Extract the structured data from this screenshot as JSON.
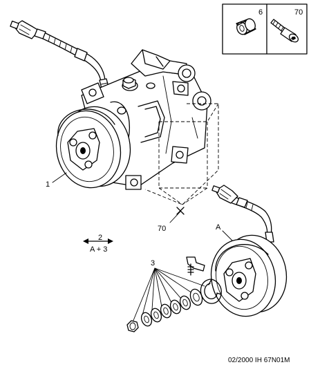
{
  "legend": {
    "items": [
      {
        "number": "6",
        "icon": "bushing-sleeve-icon"
      },
      {
        "number": "70",
        "icon": "cap-screw-icon"
      }
    ]
  },
  "callouts": {
    "compressor": "1",
    "see_also_ref": "2",
    "see_also_sub": "A + 3",
    "seal_kit": "3",
    "fixing_screw": "70",
    "view": "A"
  },
  "footer": {
    "code": "02/2000  IH 67N01M"
  }
}
